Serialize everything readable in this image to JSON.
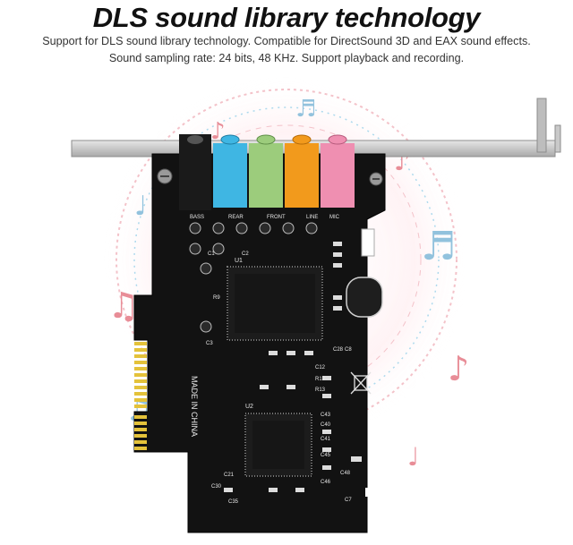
{
  "headline": "DLS sound library technology",
  "description": {
    "line1": "Support for DLS sound library technology. Compatible for DirectSound 3D and EAX sound effects.",
    "line2": "Sound sampling rate: 24 bits, 48 KHz. Support playback and recording."
  },
  "board": {
    "port_labels": [
      "BASS",
      "REAR",
      "FRONT",
      "LINE",
      "MIC"
    ],
    "made_in": "MADE IN CHINA",
    "chip_main_label": "U1",
    "chip_secondary_label": "U2",
    "component_labels": [
      "R9",
      "C1",
      "C2",
      "C3",
      "C8",
      "C12",
      "C21",
      "C30",
      "C35",
      "C40",
      "C41",
      "C45",
      "C46",
      "C48",
      "C7",
      "R12",
      "R13",
      "C28",
      "C43"
    ]
  },
  "colors": {
    "pcb": "#111111",
    "bracket": "#c9c9c9",
    "jack_blue": "#3fb6e3",
    "jack_green": "#9ccc7c",
    "jack_orange": "#f29a1c",
    "jack_pink": "#ef8fb1",
    "gold": "#e4c23a",
    "background_notes": "#e8a0a8"
  }
}
